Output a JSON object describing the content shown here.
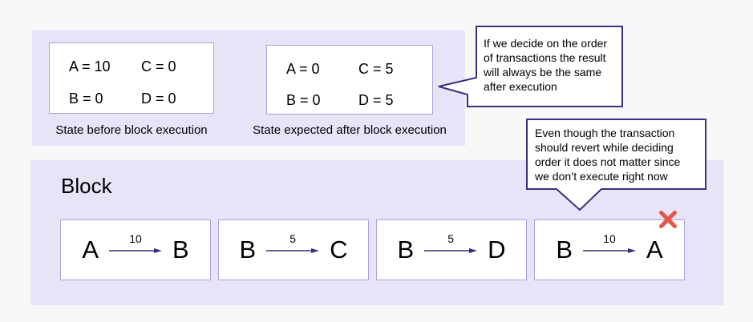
{
  "colors": {
    "background": "#f8f8f9",
    "panel": "#e8e4f8",
    "box_border": "#a9a1e0",
    "callout_border": "#402d7d",
    "arrow": "#3d2b7a",
    "reject_x": "#e4564a",
    "text": "#000000"
  },
  "states_panel": {
    "cards": [
      {
        "caption": "State before block execution",
        "values": [
          [
            "A = 10",
            "C = 0"
          ],
          [
            "B = 0",
            "D = 0"
          ]
        ]
      },
      {
        "caption": "State expected after block execution",
        "values": [
          [
            "A = 0",
            "C = 5"
          ],
          [
            "B = 0",
            "D = 5"
          ]
        ]
      }
    ]
  },
  "callouts": [
    {
      "lines": [
        "If we decide on the order",
        "of transactions the result",
        "will always be the same",
        "after execution"
      ]
    },
    {
      "lines": [
        "Even though the transaction",
        "should revert while deciding",
        "order it does not matter since",
        "we don’t execute right now"
      ]
    }
  ],
  "block_panel": {
    "title": "Block",
    "transactions": [
      {
        "from": "A",
        "amount": "10",
        "to": "B",
        "rejected": false
      },
      {
        "from": "B",
        "amount": "5",
        "to": "C",
        "rejected": false
      },
      {
        "from": "B",
        "amount": "5",
        "to": "D",
        "rejected": false
      },
      {
        "from": "B",
        "amount": "10",
        "to": "A",
        "rejected": true
      }
    ]
  }
}
